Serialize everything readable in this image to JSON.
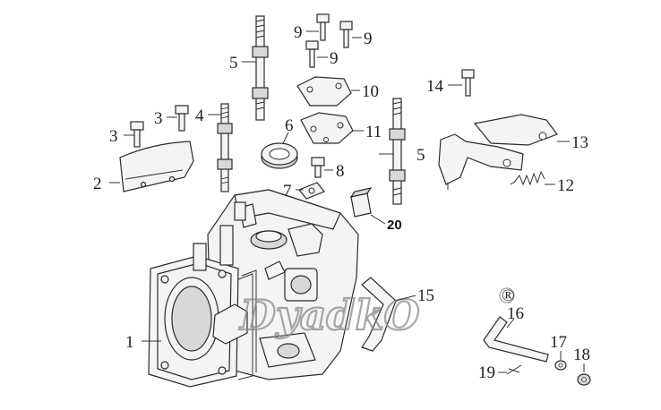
{
  "diagram": {
    "callouts": [
      "1",
      "2",
      "3",
      "3",
      "4",
      "5",
      "5",
      "6",
      "7",
      "8",
      "9",
      "9",
      "9",
      "10",
      "11",
      "12",
      "13",
      "14",
      "15",
      "16",
      "17",
      "18",
      "19",
      "20"
    ],
    "watermark": {
      "text": "DyadkO",
      "registered_mark": "®"
    }
  }
}
